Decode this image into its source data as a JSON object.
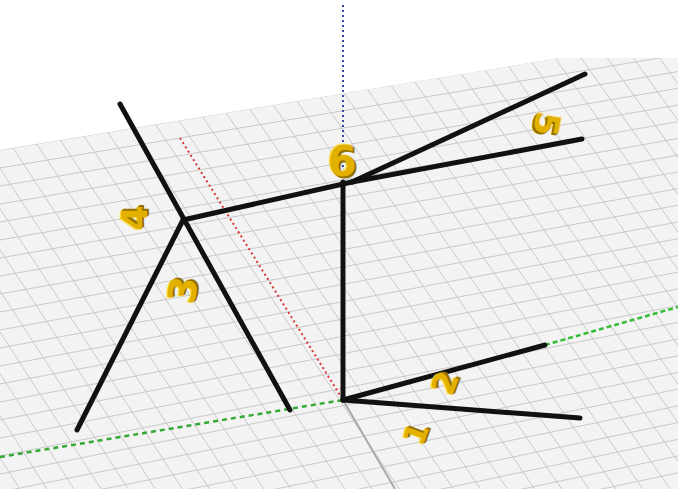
{
  "diagram": {
    "labels": [
      "5",
      "6",
      "4",
      "3",
      "2",
      "1"
    ]
  }
}
